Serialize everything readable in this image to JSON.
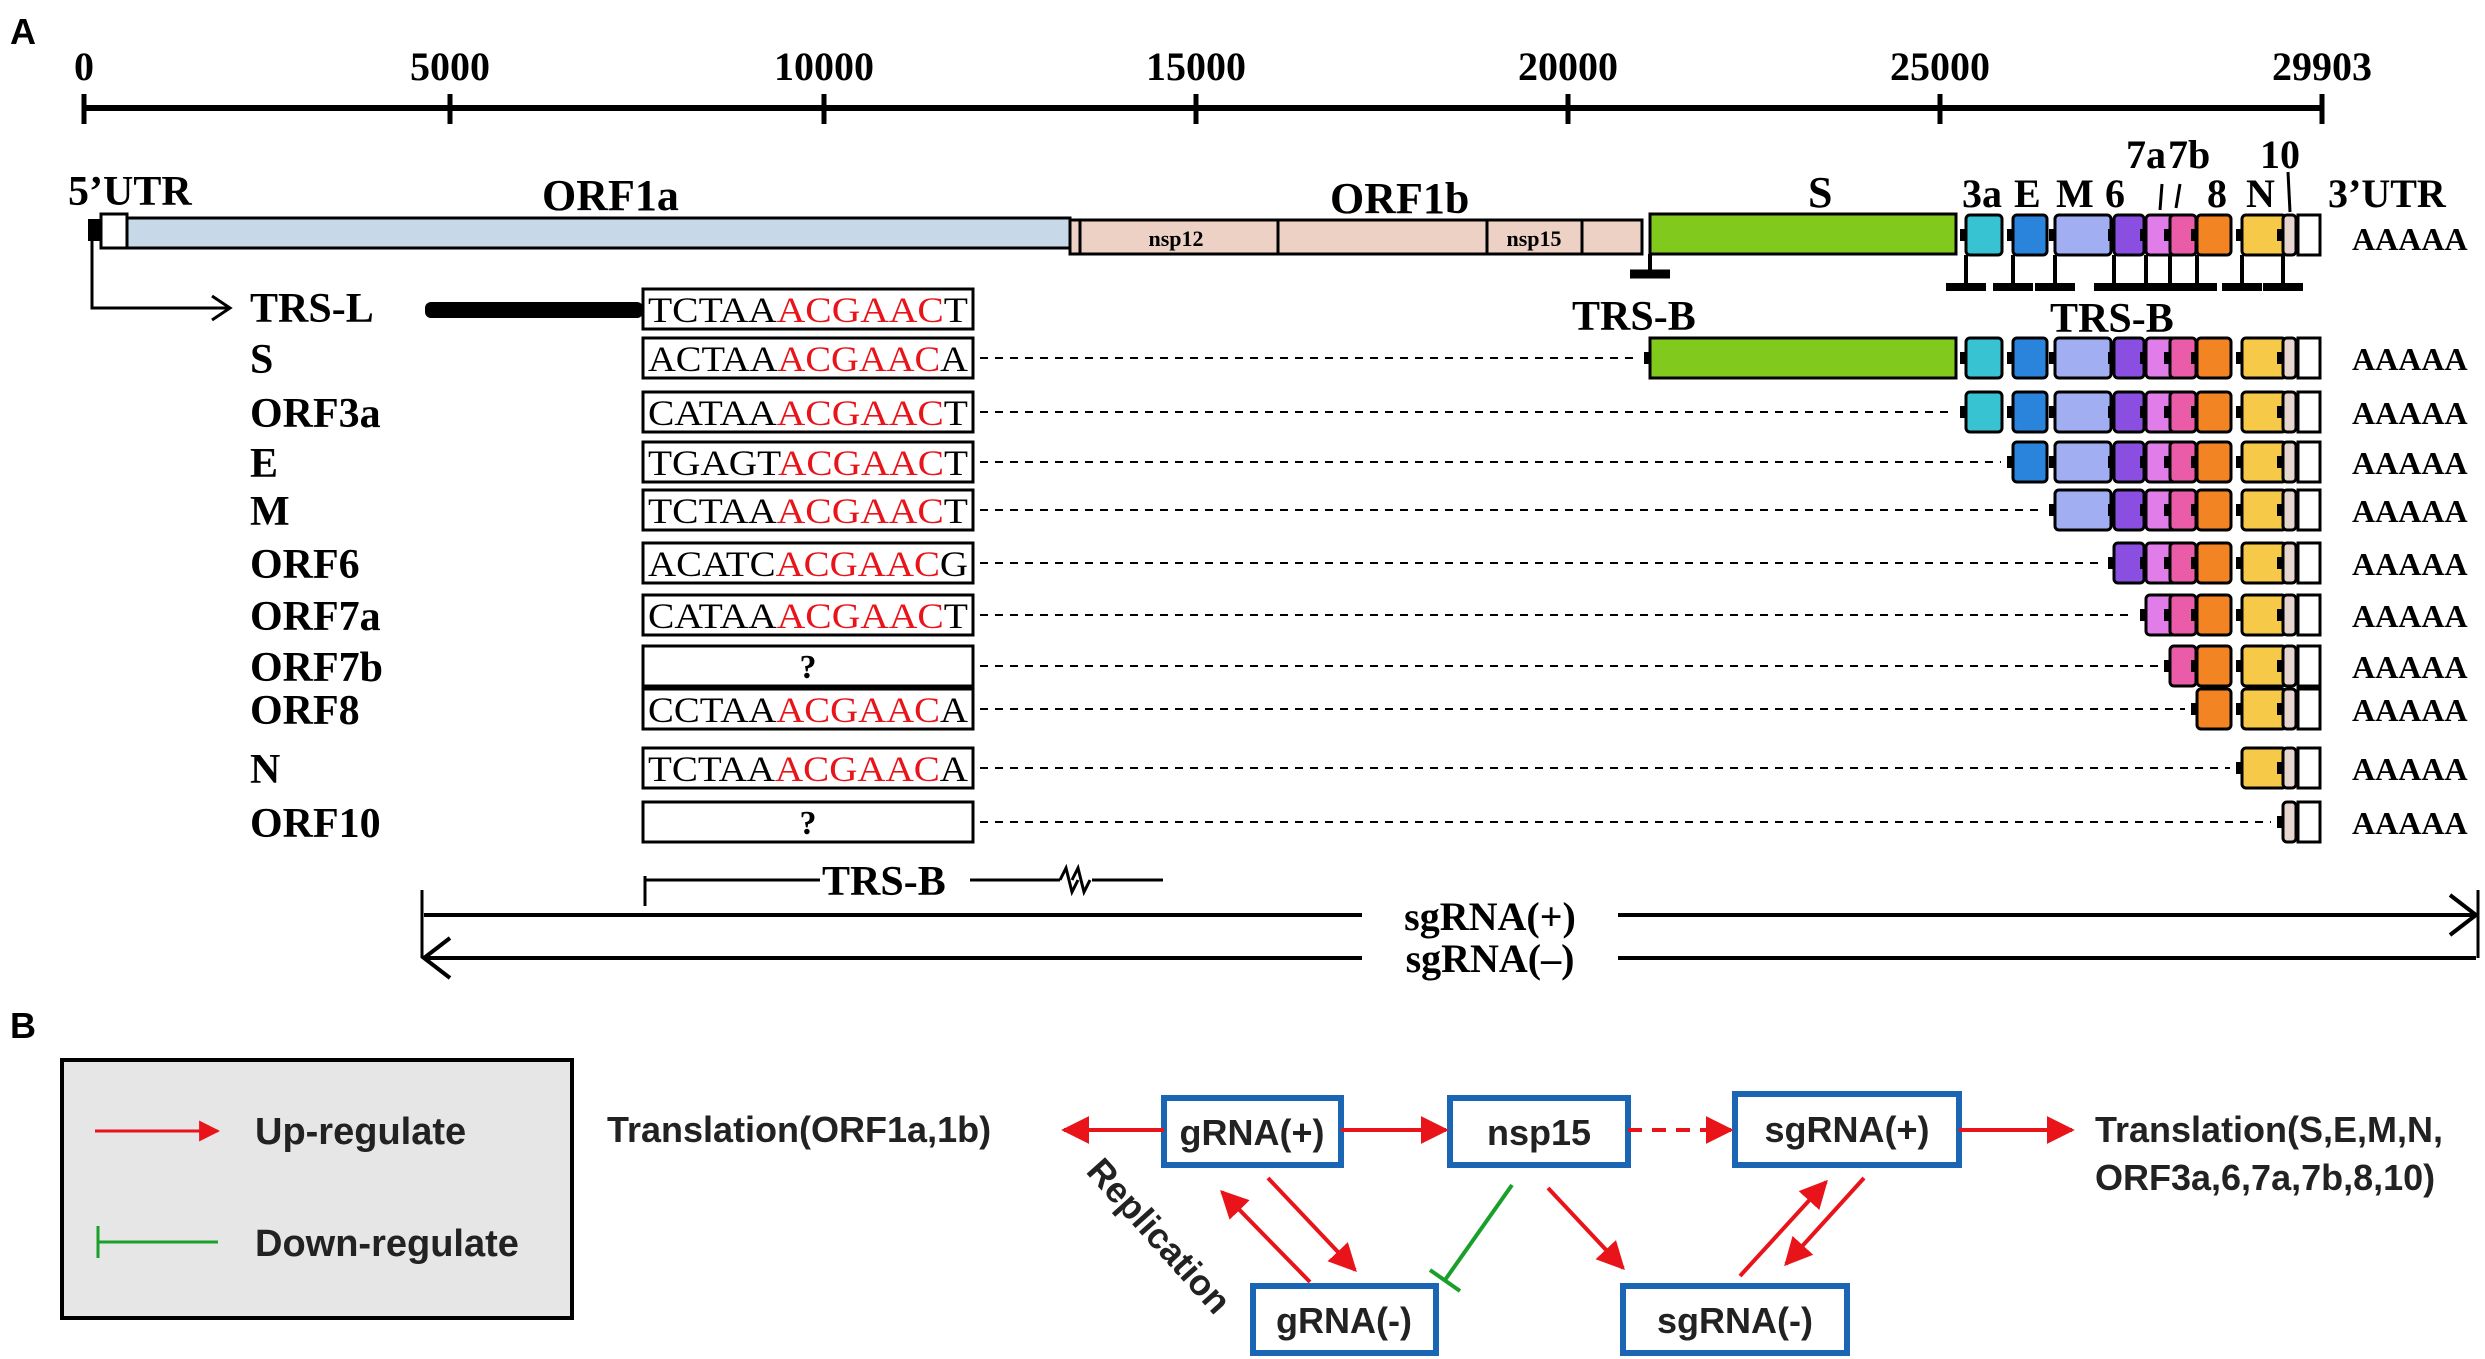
{
  "panel_a": {
    "label": "A",
    "axis_ticks": [
      "0",
      "5000",
      "10000",
      "15000",
      "20000",
      "25000",
      "29903"
    ],
    "genome": {
      "utr5": "5’UTR",
      "orf1a": "ORF1a",
      "orf1b": "ORF1b",
      "nsp12": "nsp12",
      "nsp15": "nsp15",
      "s": "S",
      "utr3": "3’UTR",
      "small_orfs": [
        "3a",
        "E",
        "M",
        "6",
        "7a",
        "7b",
        "8",
        "N",
        "10"
      ],
      "polyA": "AAAAA"
    },
    "trs_l": "TRS-L",
    "trs_b_upper": "TRS-B",
    "trs_b_right": "TRS-B",
    "trs_b_bottom": "TRS-B",
    "sgrna_plus": "sgRNA(+)",
    "sgrna_minus": "sgRNA(–)",
    "seq_rows": [
      {
        "name": "",
        "pre": "TCTAA",
        "core": "ACGAAC",
        "post": "T",
        "unknown": ""
      },
      {
        "name": "S",
        "pre": "ACTAA",
        "core": "ACGAAC",
        "post": "A",
        "unknown": ""
      },
      {
        "name": "ORF3a",
        "pre": "CATAA",
        "core": "ACGAAC",
        "post": "T",
        "unknown": ""
      },
      {
        "name": "E",
        "pre": "TGAGT",
        "core": "ACGAAC",
        "post": "T",
        "unknown": ""
      },
      {
        "name": "M",
        "pre": "TCTAA",
        "core": "ACGAAC",
        "post": "T",
        "unknown": ""
      },
      {
        "name": "ORF6",
        "pre": "ACATC",
        "core": "ACGAAC",
        "post": "G",
        "unknown": ""
      },
      {
        "name": "ORF7a",
        "pre": "CATAA",
        "core": "ACGAAC",
        "post": "T",
        "unknown": ""
      },
      {
        "name": "ORF7b",
        "pre": "",
        "core": "",
        "post": "",
        "unknown": "?"
      },
      {
        "name": "ORF8",
        "pre": "CCTAA",
        "core": "ACGAAC",
        "post": "A",
        "unknown": ""
      },
      {
        "name": "N",
        "pre": "TCTAA",
        "core": "ACGAAC",
        "post": "A",
        "unknown": ""
      },
      {
        "name": "ORF10",
        "pre": "",
        "core": "",
        "post": "",
        "unknown": "?"
      }
    ]
  },
  "panel_b": {
    "label": "B",
    "legend": {
      "up": "Up-regulate",
      "down": "Down-regulate"
    },
    "translation_left": "Translation(ORF1a,1b)",
    "grna_plus": "gRNA(+)",
    "nsp15": "nsp15",
    "sgrna_plus": "sgRNA(+)",
    "translation_right_1": "Translation(S,E,M,N,",
    "translation_right_2": "ORF3a,6,7a,7b,8,10)",
    "grna_minus": "gRNA(-)",
    "sgrna_minus": "sgRNA(-)",
    "replication": "Replication"
  },
  "colors": {
    "core_red": "#e8141a",
    "up_arrow": "#e8141a",
    "down_line": "#1aa02a",
    "box_blue": "#1a66b5",
    "orf1a": "#c7d8e8",
    "orf1b": "#ecd1c4",
    "spike": "#82c91e",
    "orf3a": "#38c3d3",
    "e": "#2a84db",
    "m": "#a2aef2",
    "orf6": "#8a4fe0",
    "orf7a": "#e07de8",
    "orf7b": "#ea5ba8",
    "orf8": "#f28424",
    "n": "#f7c948",
    "orf10": "#e7d5cf"
  }
}
